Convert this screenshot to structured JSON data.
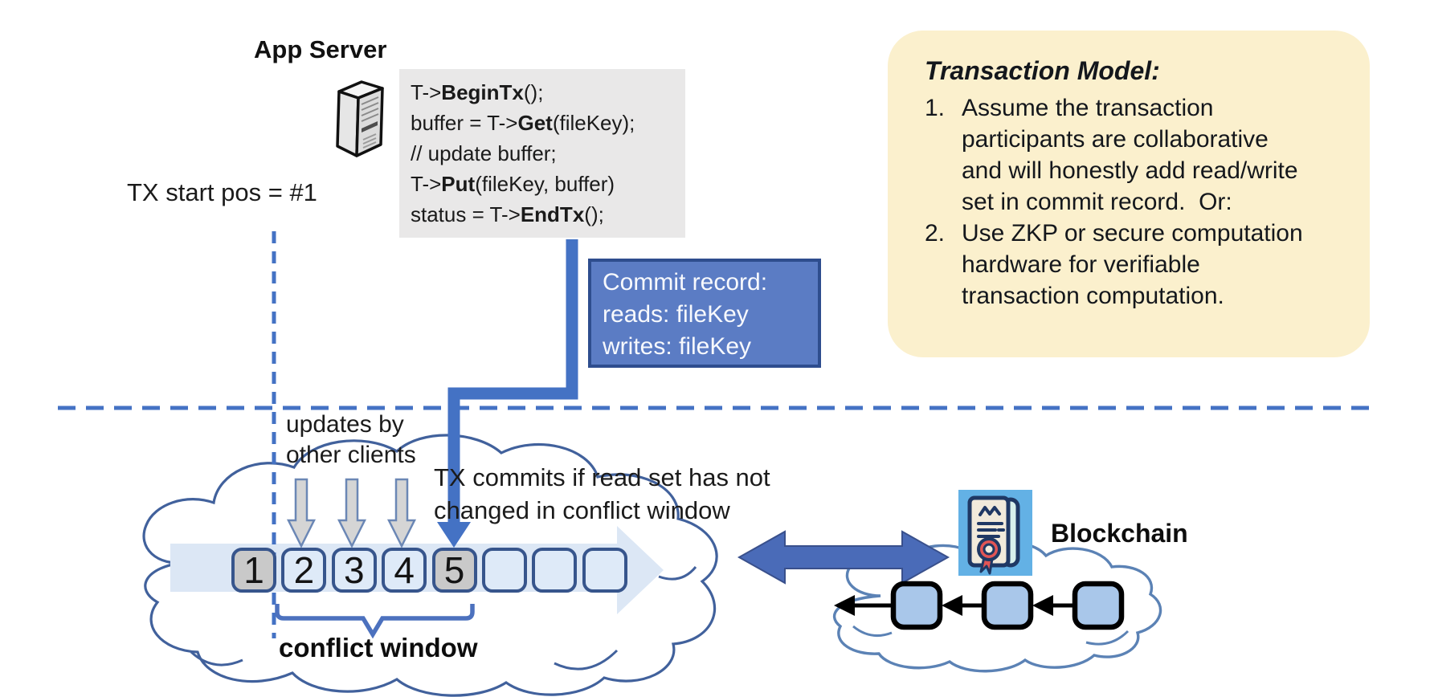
{
  "app_server": {
    "label": "App Server"
  },
  "code": {
    "lines": [
      [
        {
          "t": "T->"
        },
        {
          "t": "BeginTx",
          "b": true
        },
        {
          "t": "();"
        }
      ],
      [
        {
          "t": "buffer = T->"
        },
        {
          "t": "Get",
          "b": true
        },
        {
          "t": "(fileKey);"
        }
      ],
      [
        {
          "t": "// update buffer;"
        }
      ],
      [
        {
          "t": "T->"
        },
        {
          "t": "Put",
          "b": true
        },
        {
          "t": "(fileKey, buffer)"
        }
      ],
      [
        {
          "t": "status = T->"
        },
        {
          "t": "EndTx",
          "b": true
        },
        {
          "t": "();"
        }
      ]
    ]
  },
  "labels": {
    "tx_start": "TX start pos = #1",
    "updates": "updates by\nother clients",
    "commit_note": "TX commits if read set has not\nchanged in conflict window",
    "conflict_window": "conflict window",
    "blockchain": "Blockchain"
  },
  "commit_record": {
    "text": "Commit record:\nreads: fileKey\nwrites: fileKey"
  },
  "transaction_model": {
    "title": "Transaction Model:",
    "items": [
      {
        "num": "1.",
        "text": "Assume the transaction\nparticipants are collaborative\nand will honestly add read/write\nset in commit record.  Or:"
      },
      {
        "num": "2.",
        "text": "Use ZKP or secure computation\nhardware for verifiable\ntransaction computation."
      }
    ]
  },
  "timeline": {
    "blocks": [
      {
        "label": "1",
        "shaded": true
      },
      {
        "label": "2",
        "shaded": false
      },
      {
        "label": "3",
        "shaded": false
      },
      {
        "label": "4",
        "shaded": false
      },
      {
        "label": "5",
        "shaded": true
      },
      {
        "label": "",
        "shaded": false
      },
      {
        "label": "",
        "shaded": false
      },
      {
        "label": "",
        "shaded": false
      }
    ]
  },
  "icons": {
    "server": "app-server-tower-icon",
    "certificate": "certificate-scroll-icon",
    "update_arrow": "gray-down-arrow-icon",
    "commit_arrow": "blue-elbow-down-arrow-icon",
    "sync_arrow": "double-headed-arrow-icon",
    "chain_arrow": "black-left-arrow-icon",
    "timeline_arrow": "light-right-band-arrow-icon"
  },
  "colors": {
    "accent_blue": "#4472C4",
    "commit_box_fill": "#5B7CC4",
    "commit_box_border": "#2E4D8E",
    "panel_yellow": "#FBF0CD",
    "code_bg": "#E9E8E8",
    "block_border": "#37558C",
    "block_fill": "#DEEAF8",
    "block_shaded": "#C9C9C9",
    "band_fill": "#DCE7F5",
    "cloud_stroke": "#41619C",
    "right_cloud_stroke": "#5B82B5",
    "chain_block_fill": "#A9C7EA",
    "gray_arrow_fill": "#D5D5D5",
    "gray_arrow_stroke": "#6B87B5",
    "double_arrow_fill": "#4A6BB8",
    "cert_bg": "#63B1E5",
    "cert_navy": "#1F3864",
    "cert_paper": "#F1EADB",
    "cert_red": "#E25555"
  }
}
